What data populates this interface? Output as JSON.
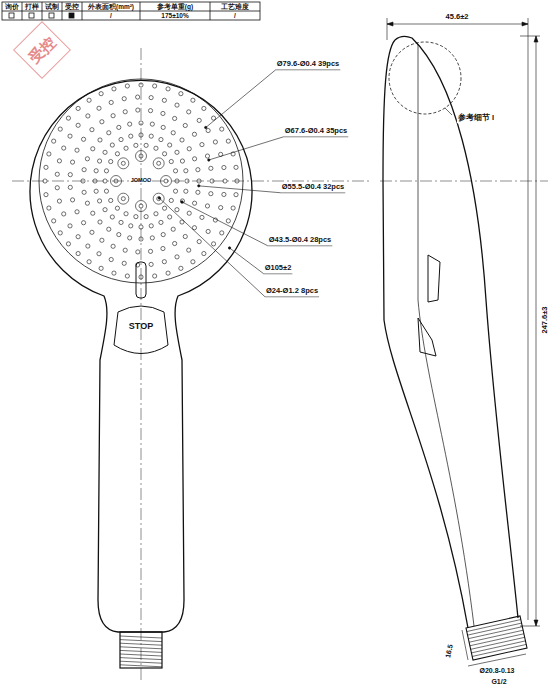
{
  "diagram": {
    "labels": [
      "询价",
      "打样",
      "试制",
      "受控",
      "外表面积(mm²)",
      "参考单重(g)",
      "工艺难度",
      "/",
      "175±10%",
      "/",
      "受控",
      "Ø79.6-Ø0.4 39pcs",
      "Ø67.6-Ø0.4 35pcs",
      "Ø55.5-Ø0.4 32pcs",
      "Ø43.5-Ø0.4 28pcs",
      "Ø105±2",
      "Ø24-Ø1.2 8pcs",
      "JOMOO",
      "STOP",
      "45.6±2",
      "参考细节 I",
      "247.6±3",
      "16.5",
      "Ø20.8-0.13",
      "G1/2"
    ]
  }
}
